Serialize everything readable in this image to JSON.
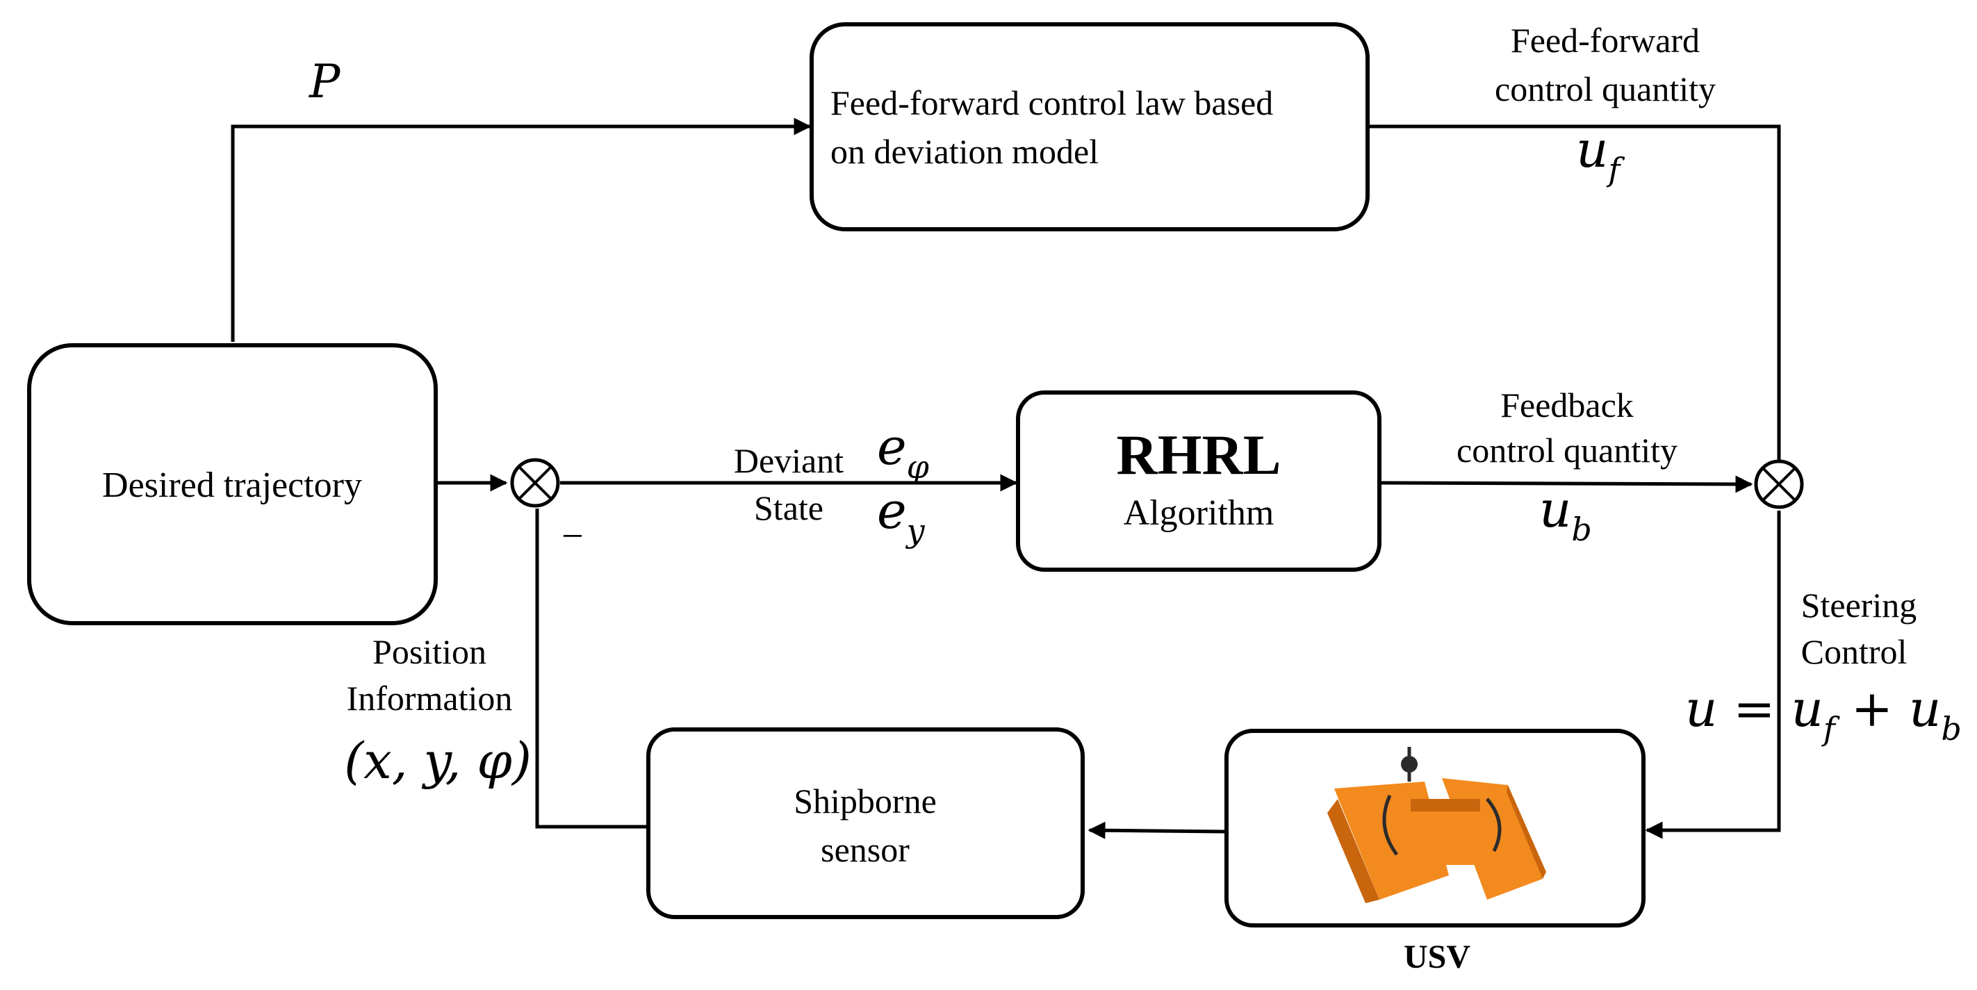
{
  "nodes": {
    "feedforward_block": {
      "line1": "Feed-forward control law based",
      "line2": "on deviation model"
    },
    "desired_trajectory": {
      "label": "Desired trajectory"
    },
    "rhrl_block": {
      "title": "RHRL",
      "subtitle": "Algorithm"
    },
    "shipborne_sensor": {
      "line1": "Shipborne",
      "line2": "sensor"
    },
    "usv": {
      "label": "USV"
    }
  },
  "edge_labels": {
    "P": "P",
    "feedforward_qty_line1": "Feed-forward",
    "feedforward_qty_line2": "control quantity",
    "u_f_base": "u",
    "u_f_sub": "f",
    "feedback_qty_line1": "Feedback",
    "feedback_qty_line2": "control quantity",
    "u_b_base": "u",
    "u_b_sub": "b",
    "deviant_line1": "Deviant",
    "deviant_line2": "State",
    "e_phi_base": "e",
    "e_phi_sub": "φ",
    "e_y_base": "e",
    "e_y_sub": "y",
    "minus_sign": "−",
    "steering_line1": "Steering",
    "steering_line2": "Control",
    "steering_eq_lhs": "u = ",
    "steering_eq_u1": "u",
    "steering_eq_sub1": "f",
    "steering_eq_plus": " + ",
    "steering_eq_u2": "u",
    "steering_eq_sub2": "b",
    "position_line1": "Position",
    "position_line2": "Information",
    "position_coords": "(x, y, φ)"
  },
  "colors": {
    "usv_body": "#f28a1e",
    "usv_shadow": "#c9650d",
    "usv_dark": "#2b2b2b"
  }
}
